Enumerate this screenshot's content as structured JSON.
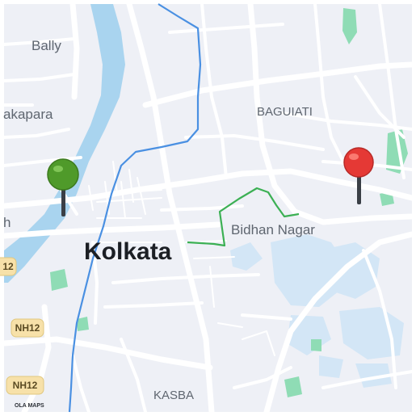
{
  "map": {
    "places": {
      "bally": "Bally",
      "akapara": "akapara",
      "baguiati": "BAGUIATI",
      "bidhan_nagar": "Bidhan Nagar",
      "kolkata": "Kolkata",
      "kasba": "KASBA",
      "edge_h": "h"
    },
    "road_shields": {
      "nh12_top": "NH12",
      "nh12_bottom": "NH12",
      "partial": "12"
    },
    "markers": {
      "origin_color": "#4f9a2a",
      "destination_color": "#e53935"
    },
    "colors": {
      "land": "#eef0f6",
      "water": "#a9d4ef",
      "road": "#ffffff",
      "park": "#8fdcb5",
      "urban": "#d3e6f6",
      "transit_line": "#4a90e2",
      "route": "#3cb054"
    },
    "attribution": "OLA MAPS"
  }
}
